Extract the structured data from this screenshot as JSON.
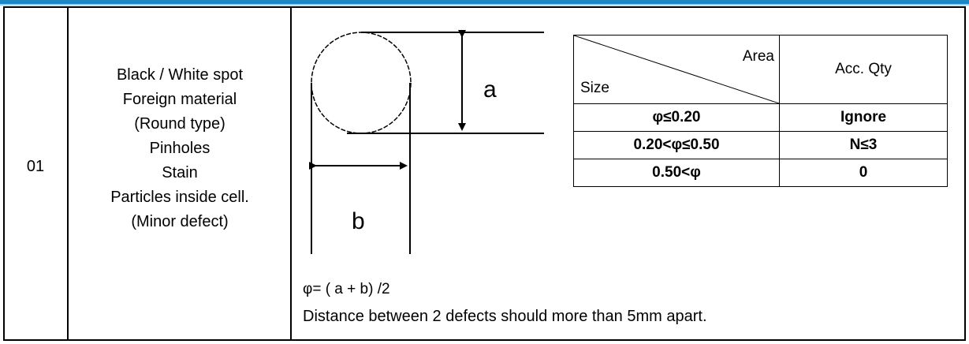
{
  "row": {
    "number": "01",
    "items": [
      "Black / White spot",
      "Foreign material",
      "(Round type)",
      "Pinholes",
      "Stain",
      "Particles inside cell.",
      "(Minor defect)"
    ]
  },
  "diagram": {
    "label_a": "a",
    "label_b": "b",
    "formula": "φ= ( a + b) /2",
    "note": "Distance between 2 defects should more than 5mm apart."
  },
  "criteria_table": {
    "header_area": "Area",
    "header_size": "Size",
    "header_qty": "Acc. Qty",
    "rows": [
      {
        "size": "φ≤0.20",
        "qty": "Ignore"
      },
      {
        "size": "0.20<φ≤0.50",
        "qty": "N≤3"
      },
      {
        "size": "0.50<φ",
        "qty": "0"
      }
    ]
  },
  "colors": {
    "top_bar": "#1f86c4",
    "top_bar_light": "#9fd0ec"
  }
}
